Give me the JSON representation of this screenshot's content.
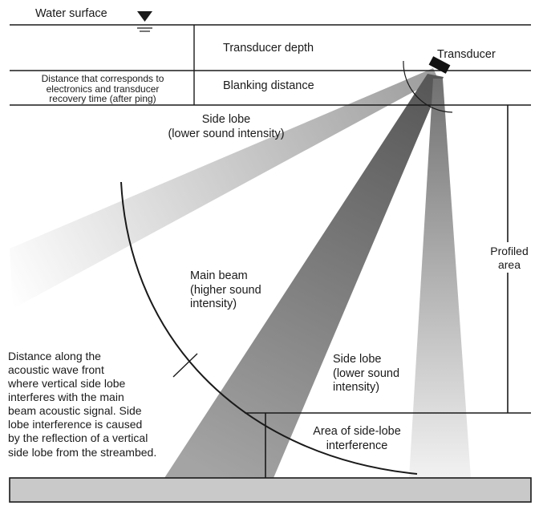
{
  "labels": {
    "water_surface": "Water surface",
    "transducer_depth": "Transducer depth",
    "transducer": "Transducer",
    "blanking_distance": "Blanking distance",
    "recovery_distance": "Distance that corresponds to\nelectronics and transducer\nrecovery time (after ping)",
    "side_lobe_upper": "Side lobe\n(lower sound intensity)",
    "main_beam": "Main beam\n(higher sound\nintensity)",
    "profiled_area": "Profiled\narea",
    "side_lobe_lower": "Side lobe\n(lower sound\nintensity)",
    "area_interference": "Area of side-lobe\ninterference",
    "wavefront_note": "Distance along the\nacoustic wave front\nwhere vertical side lobe\ninterferes with the main\nbeam acoustic signal. Side\nlobe interference is caused\nby the reflection of a vertical\nside lobe from the streambed."
  },
  "colors": {
    "line": "#1a1a1a",
    "streambed": "#c9c9c9",
    "transducer": "#111111",
    "main_beam": "#8a8a8a",
    "side_lobe": "#b5b5b5"
  }
}
